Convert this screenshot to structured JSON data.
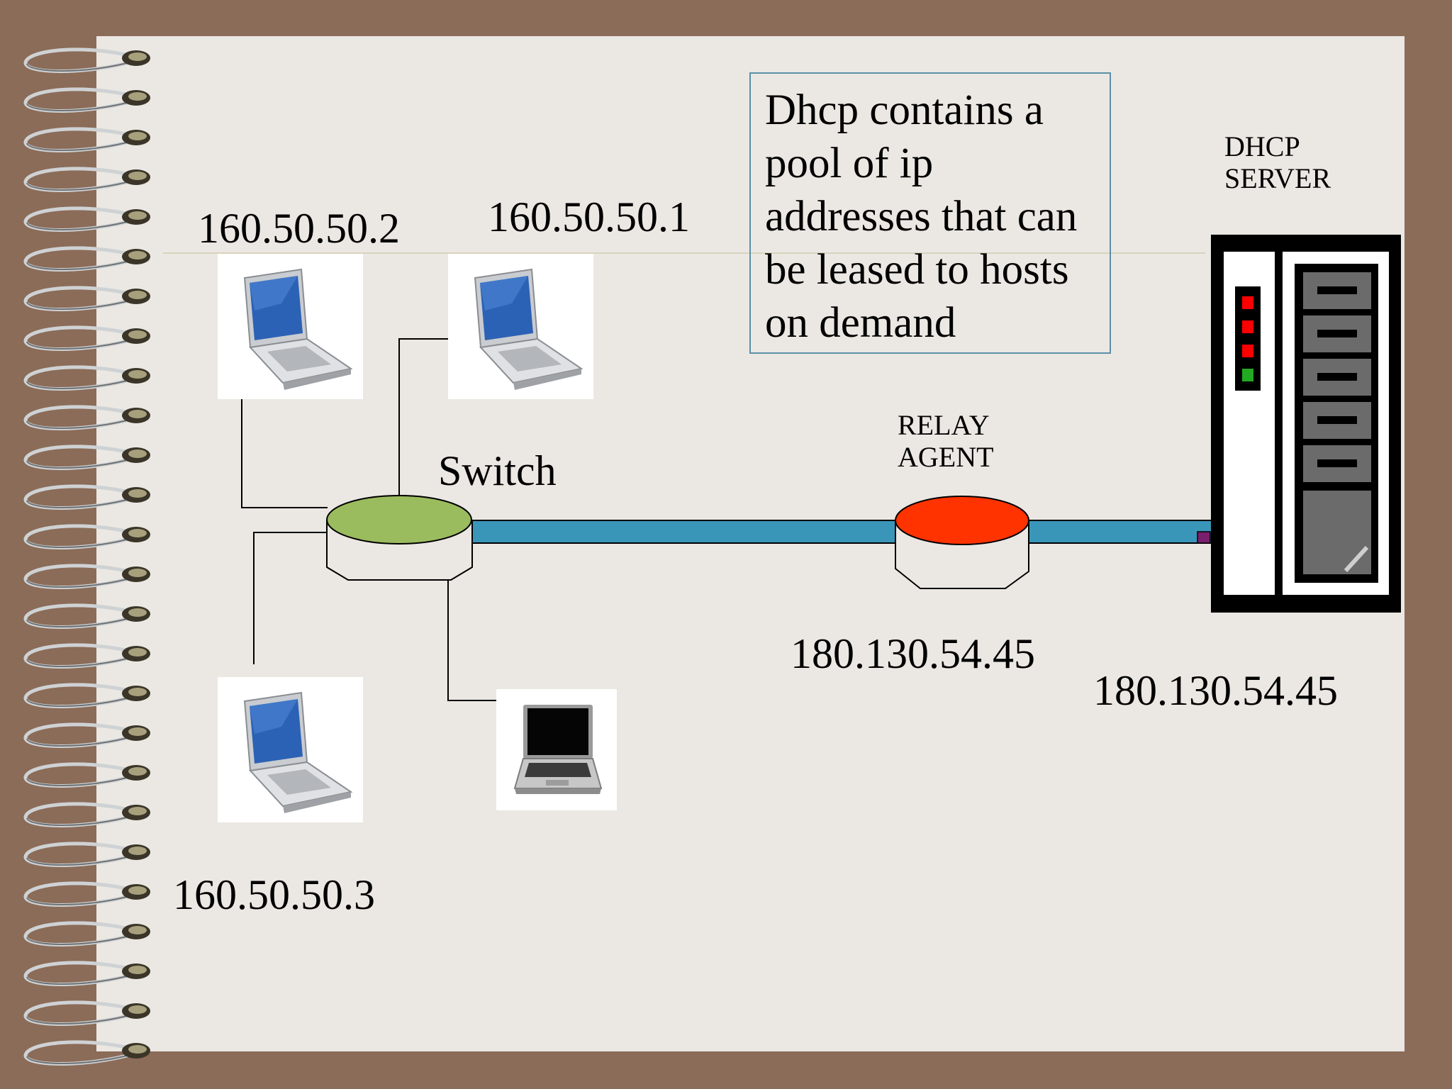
{
  "callout": {
    "text": "Dhcp contains a pool of ip addresses that can be leased to hosts on demand"
  },
  "labels": {
    "ip_host_2": "160.50.50.2",
    "ip_host_1": "160.50.50.1",
    "ip_host_3": "160.50.50.3",
    "switch": "Switch",
    "relay_agent": "RELAY AGENT",
    "dhcp_server": "DHCP SERVER",
    "ip_relay": "180.130.54.45",
    "ip_server": "180.130.54.45"
  },
  "colors": {
    "switch_top": "#9bbb5f",
    "relay_top": "#ff3300",
    "link": "#3a96b9",
    "page": "#ebe8e3",
    "background": "#8b6c58"
  }
}
